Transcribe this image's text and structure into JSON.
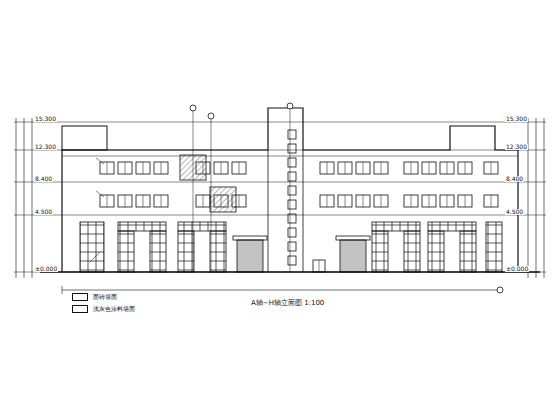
{
  "diagram": {
    "labels": [
      "15.300",
      "12.300",
      "8.400",
      "4.500",
      "±0.000",
      "15.300",
      "12.300",
      "8.400",
      "4.500",
      "±0.000",
      "A轴~H轴立面图 1:100"
    ],
    "legend": [
      {
        "text": "面砖墙面",
        "color": "#ffffff"
      },
      {
        "text": "浅灰色涂料墙面",
        "color": "#ffffff"
      }
    ]
  }
}
